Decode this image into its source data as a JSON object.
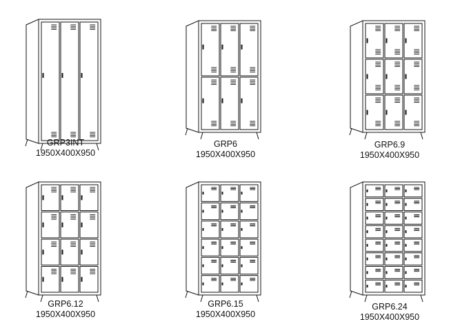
{
  "lockers": [
    {
      "model": "GRP3INT",
      "size": "1950X400X950",
      "rows": 1
    },
    {
      "model": "GRP6",
      "size": "1950X400X950",
      "rows": 2
    },
    {
      "model": "GRP6.9",
      "size": "1950X400X950",
      "rows": 3
    },
    {
      "model": "GRP6.12",
      "size": "1950X400X950",
      "rows": 4
    },
    {
      "model": "GRP6.15",
      "size": "1950X400X950",
      "rows": 6
    },
    {
      "model": "GRP6.24",
      "size": "1950X400X950",
      "rows": 8
    }
  ]
}
